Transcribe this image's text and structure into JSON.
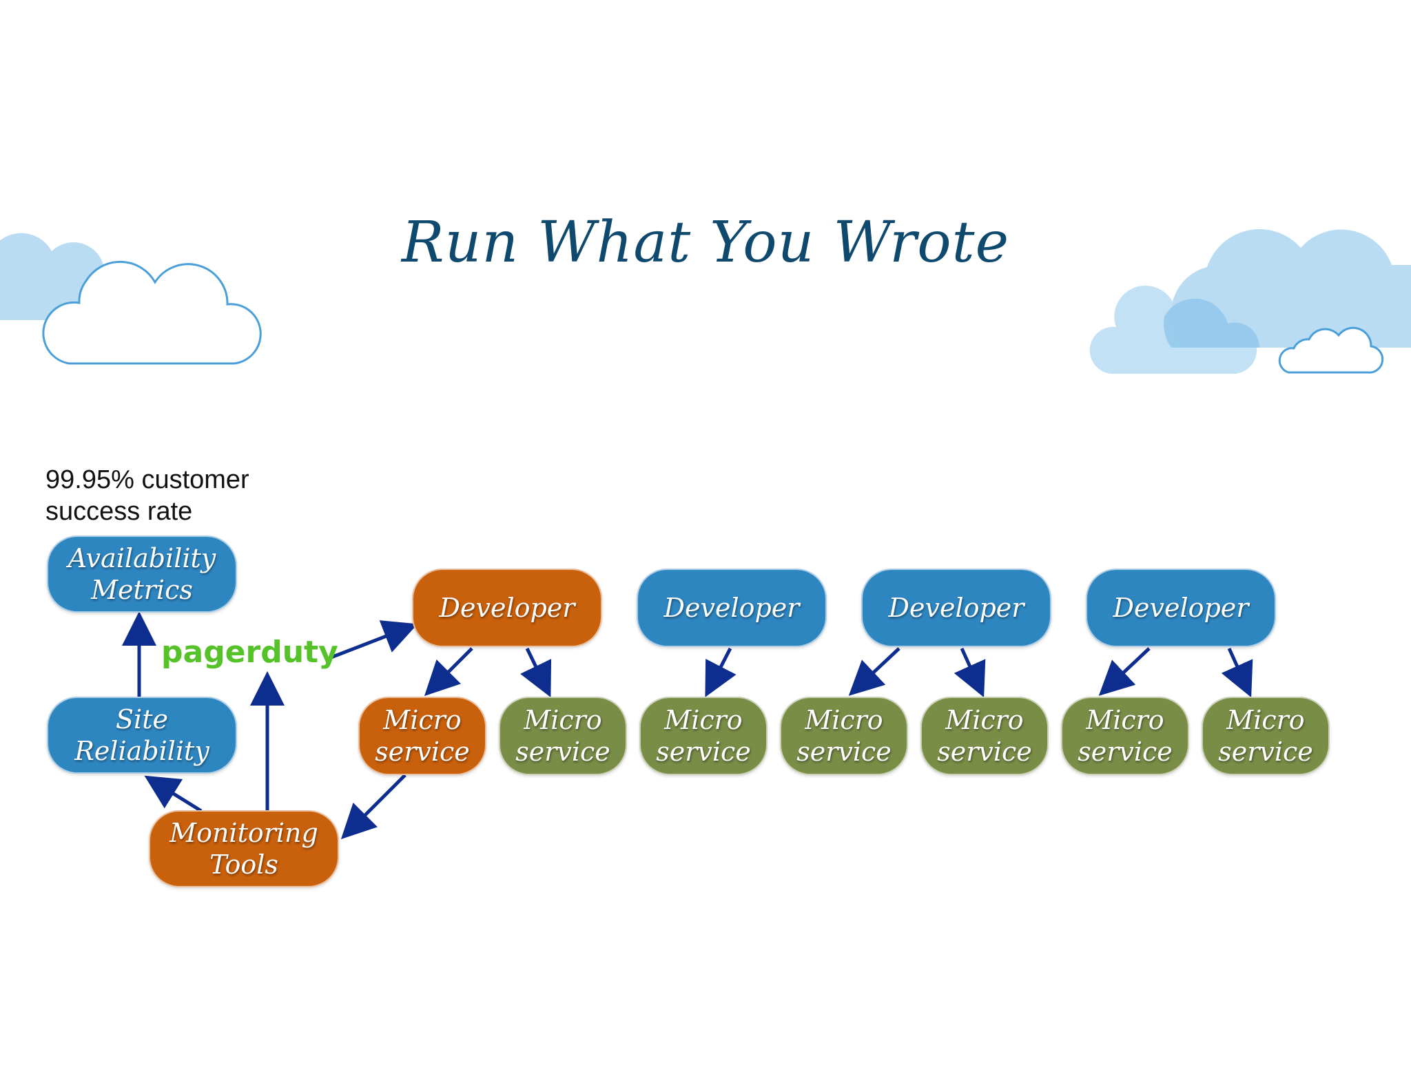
{
  "title": "Run What You Wrote",
  "metric_note": "99.95% customer\nsuccess rate",
  "logo_text": "pagerduty",
  "nodes": {
    "availability": "Availability\nMetrics",
    "site_reliability": "Site\nReliability",
    "monitoring": "Monitoring\nTools",
    "developer": "Developer",
    "micro_service": "Micro\nservice"
  },
  "colors": {
    "blue_node": "#2e86c1",
    "orange_node": "#c9600c",
    "green_node": "#7a8d47",
    "arrow": "#0d2d8f",
    "title": "#0f4a6e",
    "cloud_fill": "#b9dcf2",
    "cloud_outline": "#4a9fd8",
    "pagerduty": "#55c22a"
  }
}
